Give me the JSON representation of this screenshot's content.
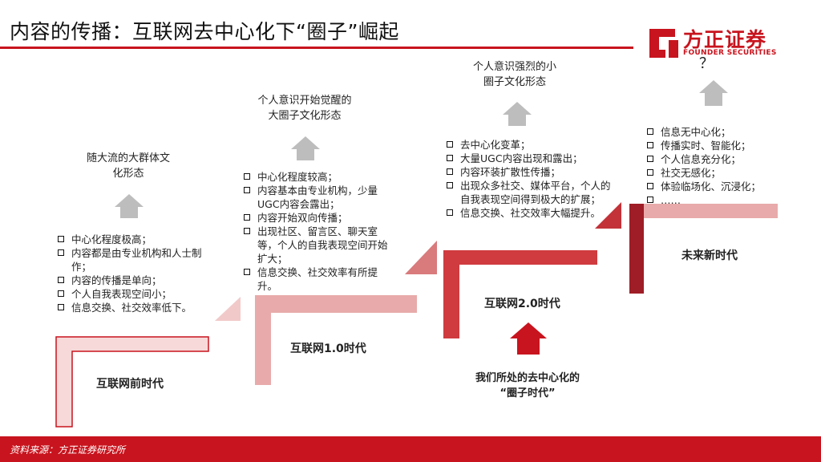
{
  "title": "内容的传播：互联网去中心化下“圈子”崛起",
  "logo": {
    "name": "方正证券",
    "sub": "FOUNDER SECURITIES"
  },
  "stages": [
    {
      "era": "互联网前时代",
      "caption_lines": [
        "随大流的大群体文",
        "化形态"
      ],
      "bullets": [
        "中心化程度极高；",
        "内容都是由专业机构和人士制作；",
        "内容的传播是单向；",
        "个人自我表现空间小；",
        "信息交换、社交效率低下。"
      ]
    },
    {
      "era": "互联网1.0时代",
      "caption_lines": [
        "个人意识开始觉醒的",
        "大圈子文化形态"
      ],
      "bullets": [
        "中心化程度较高；",
        "内容基本由专业机构，少量UGC内容会露出；",
        "内容开始双向传播；",
        "出现社区、留言区、聊天室等，个人的自我表现空间开始扩大；",
        "信息交换、社交效率有所提升。"
      ]
    },
    {
      "era": "互联网2.0时代",
      "caption_lines": [
        "个人意识强烈的小",
        "圈子文化形态"
      ],
      "bullets": [
        "去中心化变革；",
        "大量UGC内容出现和露出；",
        "内容环装扩散性传播；",
        "出现众多社交、媒体平台，个人的自我表现空间得到极大的扩展；",
        "信息交换、社交效率大幅提升。"
      ]
    },
    {
      "era": "未来新时代",
      "caption_lines": [
        "？"
      ],
      "bullets": [
        "信息无中心化；",
        "传播实时、智能化；",
        "个人信息充分化；",
        "社交无感化；",
        "体验临场化、沉浸化；",
        "……"
      ]
    }
  ],
  "current_note_lines": [
    "我们所处的去中心化的",
    "“圈子时代”"
  ],
  "footer": "资料来源：方正证券研究所",
  "colors": {
    "brand_red": "#c8141e",
    "step1": "#f7d9d9",
    "step2": "#e8aaaa",
    "step3": "#cf3b3f",
    "step4": "#9e1d26",
    "arrow_gray": "#bdbdbd"
  }
}
